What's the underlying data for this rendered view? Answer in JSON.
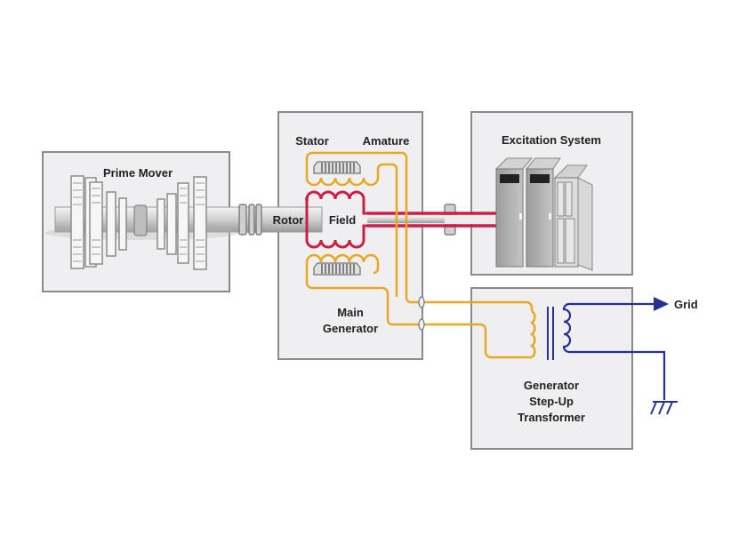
{
  "colors": {
    "box_fill": "#efeff1",
    "box_stroke": "#8a8a8a",
    "armature_wire": "#e8a823",
    "field_wire": "#cc1f45",
    "grid_wire": "#24318f",
    "shaft": "#d6d6d6"
  },
  "labels": {
    "prime_mover": "Prime Mover",
    "stator": "Stator",
    "armature": "Amature",
    "rotor": "Rotor",
    "field": "Field",
    "main_generator_line1": "Main",
    "main_generator_line2": "Generator",
    "excitation_system": "Excitation System",
    "transformer_line1": "Generator",
    "transformer_line2": "Step-Up",
    "transformer_line3": "Transformer",
    "grid": "Grid"
  }
}
